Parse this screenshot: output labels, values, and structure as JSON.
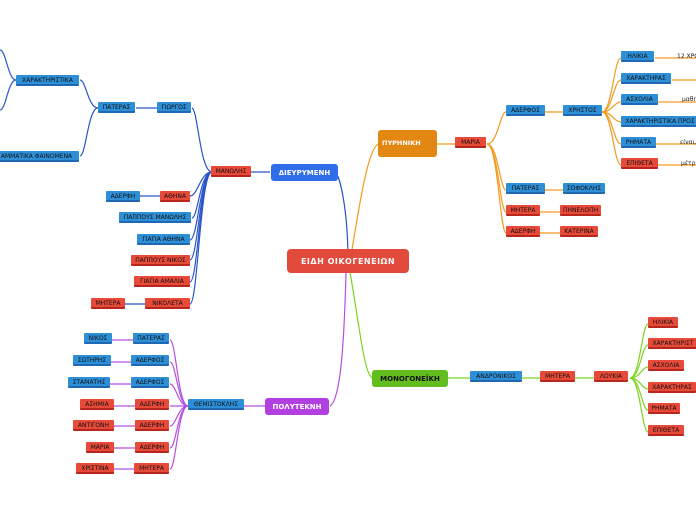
{
  "center": "ΕΙΔΗ ΟΙΚΟΓΕΝΕΙΩΝ",
  "branches": {
    "diev": "ΔΙΕΥΡΥΜΕΝΗ",
    "pyr": "ΠΥΡΗΝΙΚΗ",
    "mono": "ΜΟΝΟΓΟΝΕΪΚΗ",
    "poly": "ΠΟΛΥΤΕΚΝΗ"
  },
  "diev": {
    "manolis": "ΜΑΝΩΛΗΣ",
    "giorgos": "ΓΙΩΡΓΟΣ",
    "pateras": "ΠΑΤΕΡΑΣ",
    "xarakt": "ΧΑΡΑΚΤΗΡΙΣΤΙΚΑ",
    "fainomena": "ΑΜΜΑΤΙΚΑ ΦΑΙΝΟΜΕΝΑ",
    "athina": "ΑΘΗΝΑ",
    "aderfi": "ΑΔΕΡΦΗ",
    "pappous_man": "ΠΑΠΠΟΥΣ ΜΑΝΩΛΗΣ",
    "giagia_ath": "ΓΙΑΓΙΑ ΑΘΗΝΑ",
    "pappous_nik": "ΠΑΠΠΟΥΣ ΝΙΚΟΣ",
    "giagia_am": "ΓΙΑΓΙΑ ΑΜΑΛΙΑ",
    "nikoleta": "ΝΙΚΟΛΕΤΑ",
    "mitera": "ΜΗΤΕΡΑ"
  },
  "pyr": {
    "maria": "ΜΑΡΙΑ",
    "aderfos": "ΑΔΕΡΦΟΣ",
    "xristos": "ΧΡΗΣΤΟΣ",
    "ilikia": "ΗΛΙΚΙΑ",
    "ilikia_val": "12 ΧΡΟ",
    "xaraktiras": "ΧΑΡΑΚΤΗΡΑΣ",
    "asxolia": "ΑΣΧΟΛΙΑ",
    "asxolia_val": "μαθη",
    "xarakt_pro": "ΧΑΡΑΚΤΗΡΙΣΤΙΚΑ ΠΡΟΣ",
    "rimata": "ΡΗΜΑΤΑ",
    "rimata_val": "είναι,",
    "epitheta": "ΕΠΙΘΕΤΑ",
    "epitheta_val": "μέτρι",
    "pateras": "ΠΑΤΕΡΑΣ",
    "sofoklis": "ΣΟΦΟΚΛΗΣ",
    "mitera": "ΜΗΤΕΡΑ",
    "pinelopi": "ΠΗΝΕΛΟΠΗ",
    "aderfi": "ΑΔΕΡΦΗ",
    "katerina": "ΚΑΤΕΡΙΝΑ"
  },
  "mono": {
    "andronikos": "ΑΝΔΡΟΝΙΚΟΣ",
    "mitera": "ΜΗΤΕΡΑ",
    "loukia": "ΛΟΥΚΙΑ",
    "ilikia": "ΗΛΙΚΙΑ",
    "xarakt": "ΧΑΡΑΚΤΗΡΙΣΤ",
    "asxolia": "ΑΣΧΟΛΙΑ",
    "xaraktiras": "ΧΑΡΑΚΤΗΡΑΣ",
    "rimata": "ΡΗΜΑΤΑ",
    "epitheta": "ΕΠΙΘΕΤΑ"
  },
  "poly": {
    "themistoklis": "ΘΕΜΙΣΤΟΚΛΗΣ",
    "pateras": "ΠΑΤΕΡΑΣ",
    "nikos": "ΝΙΚΟΣ",
    "aderfos": "ΑΔΕΡΦΟΣ",
    "sotiris": "ΣΩΤΗΡΗΣ",
    "stamatis": "ΣΤΑΜΑΤΗΣ",
    "aderfi": "ΑΔΕΡΦΗ",
    "asimenia": "ΑΣΗΜΙΑ",
    "antigoni": "ΑΝΤΙΓΟΝΗ",
    "maria": "ΜΑΡΙΑ",
    "mitera": "ΜΗΤΕΡΑ",
    "xristina": "ΧΡΙΣΤΙΝΑ"
  },
  "colors": {
    "blue": "#2e8fd6",
    "red": "#e84a3a",
    "diev_line": "#2a55c8",
    "pyr_line": "#f39a1e",
    "mono_line": "#7ed321",
    "poly_line": "#b54fe0"
  }
}
